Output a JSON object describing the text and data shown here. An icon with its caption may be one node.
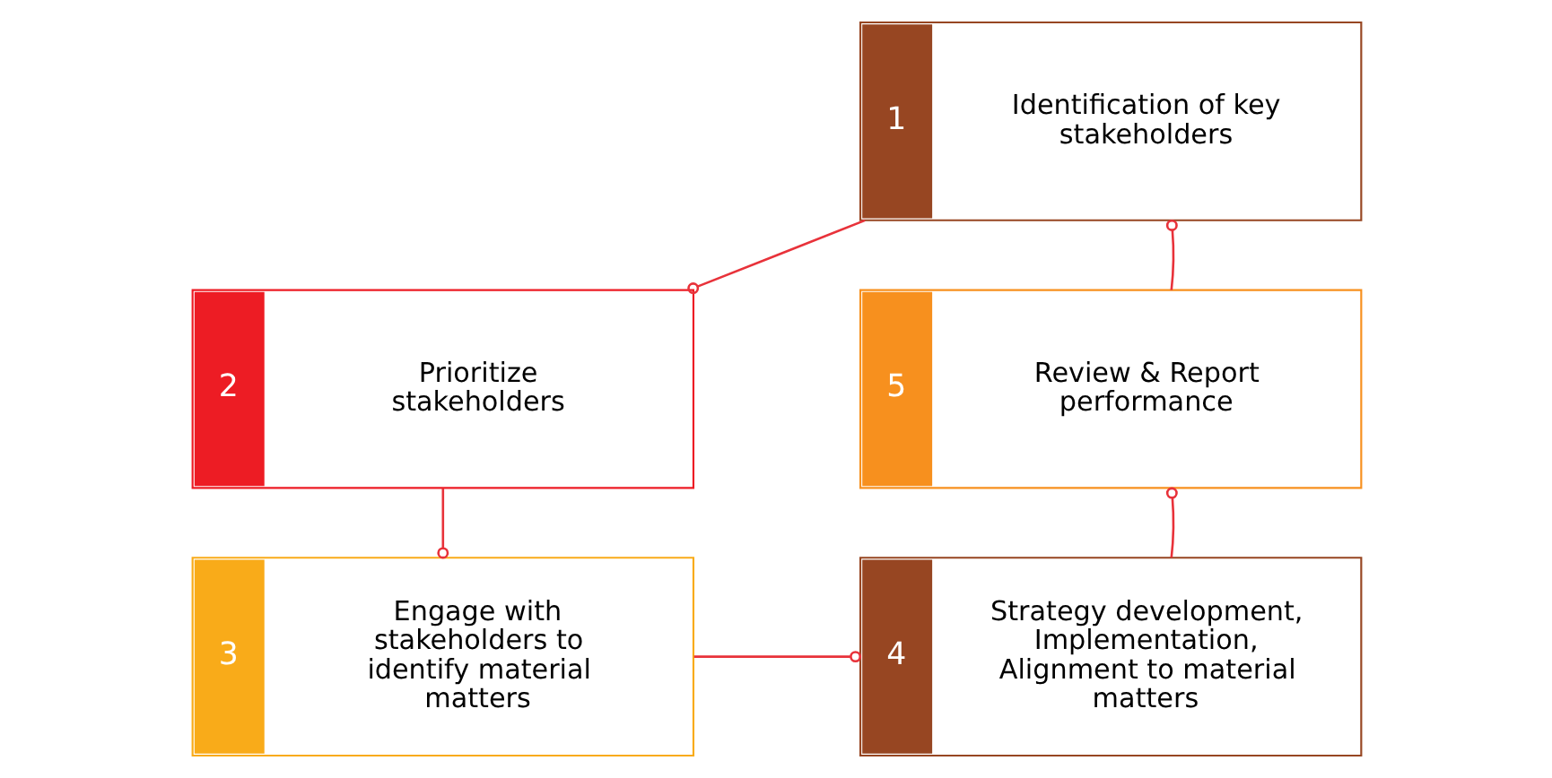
{
  "diagram": {
    "nodes": [
      {
        "text": [
          "1",
          "Identification of key stakeholders"
        ]
      },
      {
        "text": [
          "2",
          "Prioritize stakeholders"
        ]
      },
      {
        "text": [
          "3",
          "Engage with stakeholders to identify material matters"
        ]
      },
      {
        "text": [
          "4",
          "Strategy development, Implementation, Alignment to material matters"
        ]
      },
      {
        "text": [
          "5",
          "Review & Report performance"
        ]
      }
    ],
    "edges": [
      {
        "from": 0,
        "to": 1,
        "arrow": "other"
      },
      {
        "from": 1,
        "to": 2,
        "arrow": "other"
      },
      {
        "from": 2,
        "to": 3,
        "arrow": "other"
      },
      {
        "from": 3,
        "to": 4,
        "arrow": "other"
      },
      {
        "from": 4,
        "to": 0,
        "arrow": "other"
      }
    ]
  }
}
